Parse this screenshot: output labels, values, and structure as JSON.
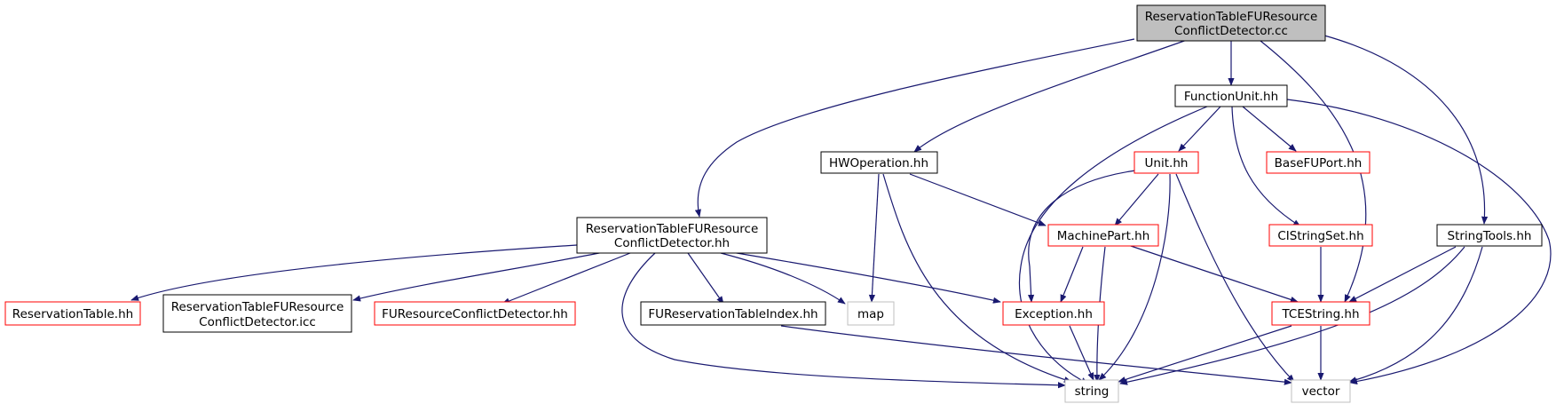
{
  "colors": {
    "edge": "#191970",
    "root_fill": "#bfbfbf",
    "border_black": "#000000",
    "border_red": "#ff0000",
    "border_gray": "#bfbfbf"
  },
  "nodes": {
    "root": {
      "line1": "ReservationTableFUResource",
      "line2": "ConflictDetector.cc"
    },
    "function_unit": {
      "line1": "FunctionUnit.hh"
    },
    "hw_operation": {
      "line1": "HWOperation.hh"
    },
    "unit": {
      "line1": "Unit.hh"
    },
    "base_fu_port": {
      "line1": "BaseFUPort.hh"
    },
    "rt_hh": {
      "line1": "ReservationTableFUResource",
      "line2": "ConflictDetector.hh"
    },
    "machine_part": {
      "line1": "MachinePart.hh"
    },
    "ci_string_set": {
      "line1": "CIStringSet.hh"
    },
    "string_tools": {
      "line1": "StringTools.hh"
    },
    "reservation_table": {
      "line1": "ReservationTable.hh"
    },
    "rt_icc": {
      "line1": "ReservationTableFUResource",
      "line2": "ConflictDetector.icc"
    },
    "fu_resource": {
      "line1": "FUResourceConflictDetector.hh"
    },
    "fu_rt_index": {
      "line1": "FUReservationTableIndex.hh"
    },
    "map": {
      "line1": "map"
    },
    "exception": {
      "line1": "Exception.hh"
    },
    "tce_string": {
      "line1": "TCEString.hh"
    },
    "string": {
      "line1": "string"
    },
    "vector": {
      "line1": "vector"
    }
  }
}
